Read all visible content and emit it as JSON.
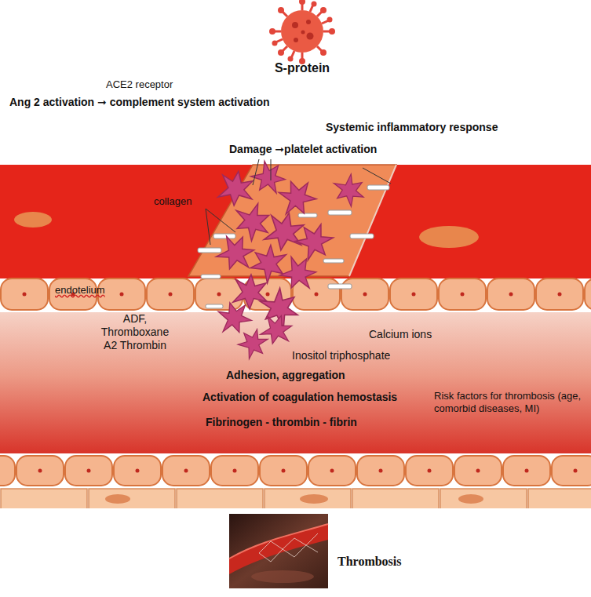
{
  "diagram": {
    "labels": [
      "S-protein",
      "ACE2 receptor",
      "Ang 2 activation ➞ complement system activation",
      "Systemic inflammatory response",
      "Damage ➞platelet activation",
      "collagen",
      "endotelium",
      "ADF, Thromboxane A2 Thrombin",
      "Calcium ions",
      "Inositol triphosphate",
      "Adhesion, aggregation",
      "Activation of coagulation hemostasis",
      "Fibrinogen - thrombin - fibrin",
      "Risk factors for thrombosis (age, comorbid diseases, MI)",
      "Thrombosis"
    ]
  }
}
